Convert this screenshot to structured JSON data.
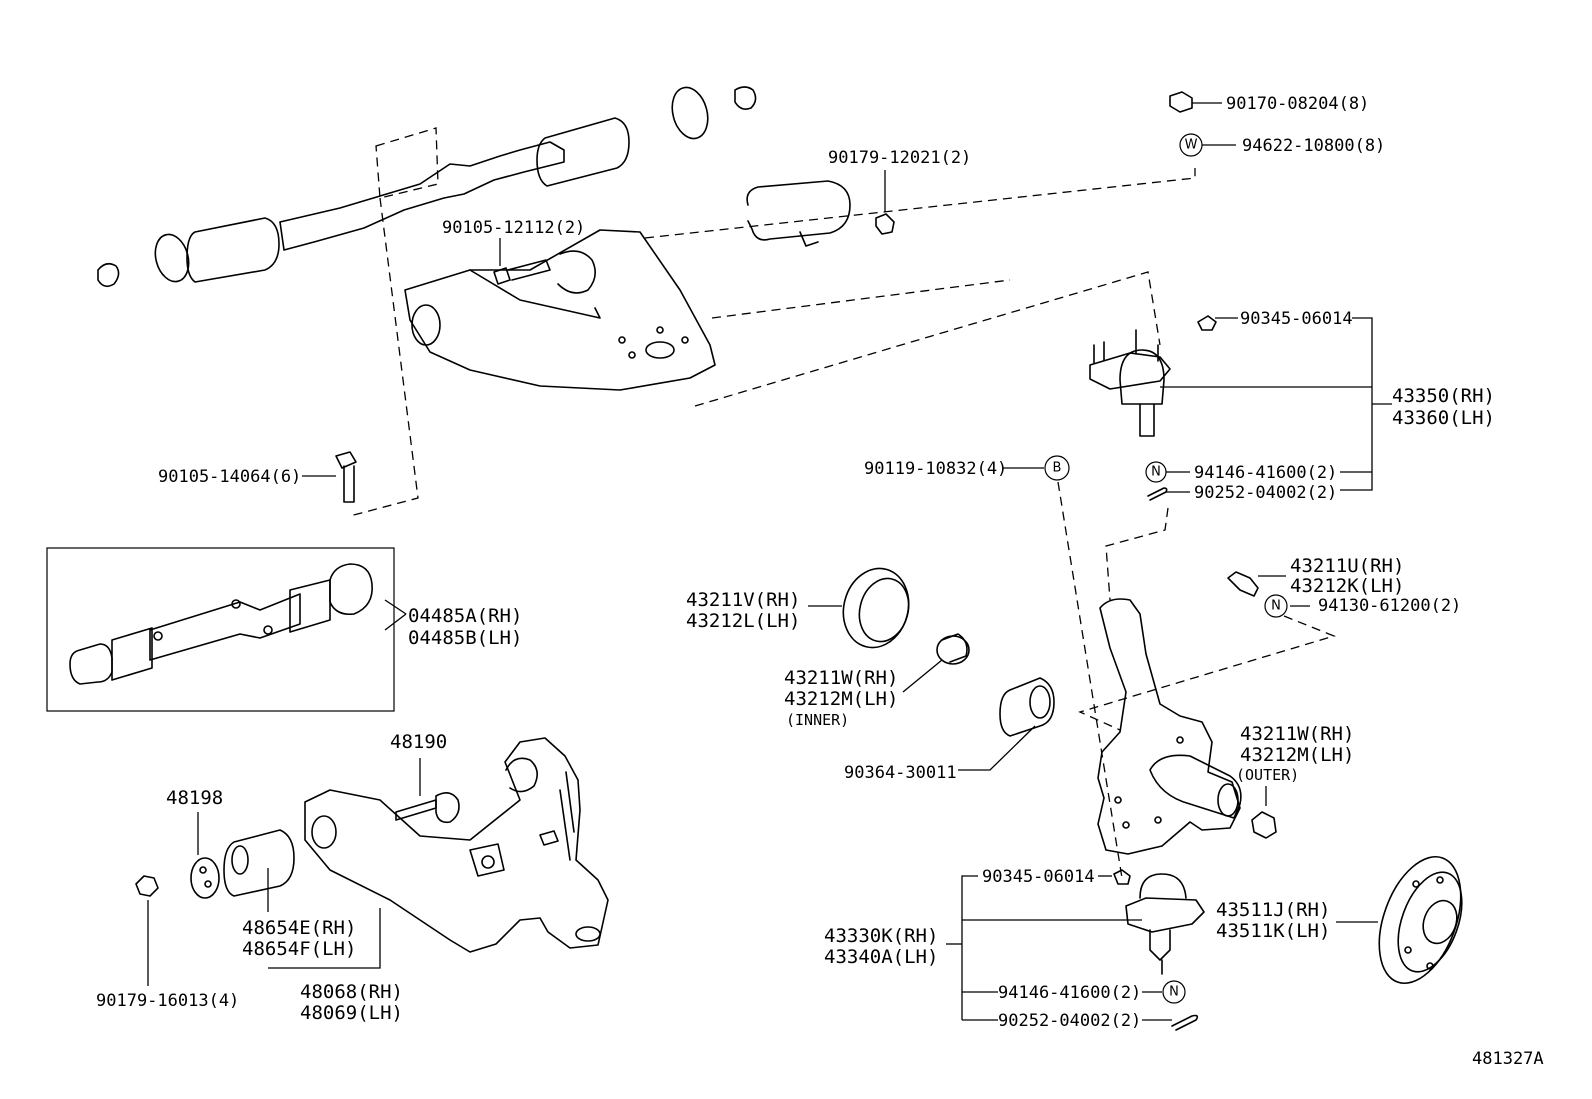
{
  "diagram_id": "481327A",
  "callouts": {
    "c90170": "90170-08204(8)",
    "c94622": "94622-10800(8)",
    "c90179_12021": "90179-12021(2)",
    "c90105_12112": "90105-12112(2)",
    "c90105_14064": "90105-14064(6)",
    "c90345_top": "90345-06014",
    "c43350": "43350(RH)",
    "c43360": "43360(LH)",
    "c90119": "90119-10832(4)",
    "c94146_top": "94146-41600(2)",
    "c90252_top": "90252-04002(2)",
    "c04485a": "04485A(RH)",
    "c04485b": "04485B(LH)",
    "c43211v": "43211V(RH)",
    "c43212l": "43212L(LH)",
    "c43211w_inner": "43211W(RH)",
    "c43212m_inner": "43212M(LH)",
    "c_inner": "(INNER)",
    "c43211u": "43211U(RH)",
    "c43212k": "43212K(LH)",
    "c94130": "94130-61200(2)",
    "c43211w_outer": "43211W(RH)",
    "c43212m_outer": "43212M(LH)",
    "c_outer": "(OUTER)",
    "c48190": "48190",
    "c48198": "48198",
    "c90364": "90364-30011",
    "c48654e": "48654E(RH)",
    "c48654f": "48654F(LH)",
    "c48068": "48068(RH)",
    "c48069": "48069(LH)",
    "c90179_16013": "90179-16013(4)",
    "c90345_bot": "90345-06014",
    "c43330k": "43330K(RH)",
    "c43340a": "43340A(LH)",
    "c43511j": "43511J(RH)",
    "c43511k": "43511K(LH)",
    "c94146_bot": "94146-41600(2)",
    "c90252_bot": "90252-04002(2)"
  },
  "symbols": {
    "nut": "N",
    "washer": "W",
    "bolt": "B"
  },
  "icons": {
    "nut_icon": "hex-nut-icon",
    "cotter_pin_icon": "cotter-pin-icon"
  }
}
